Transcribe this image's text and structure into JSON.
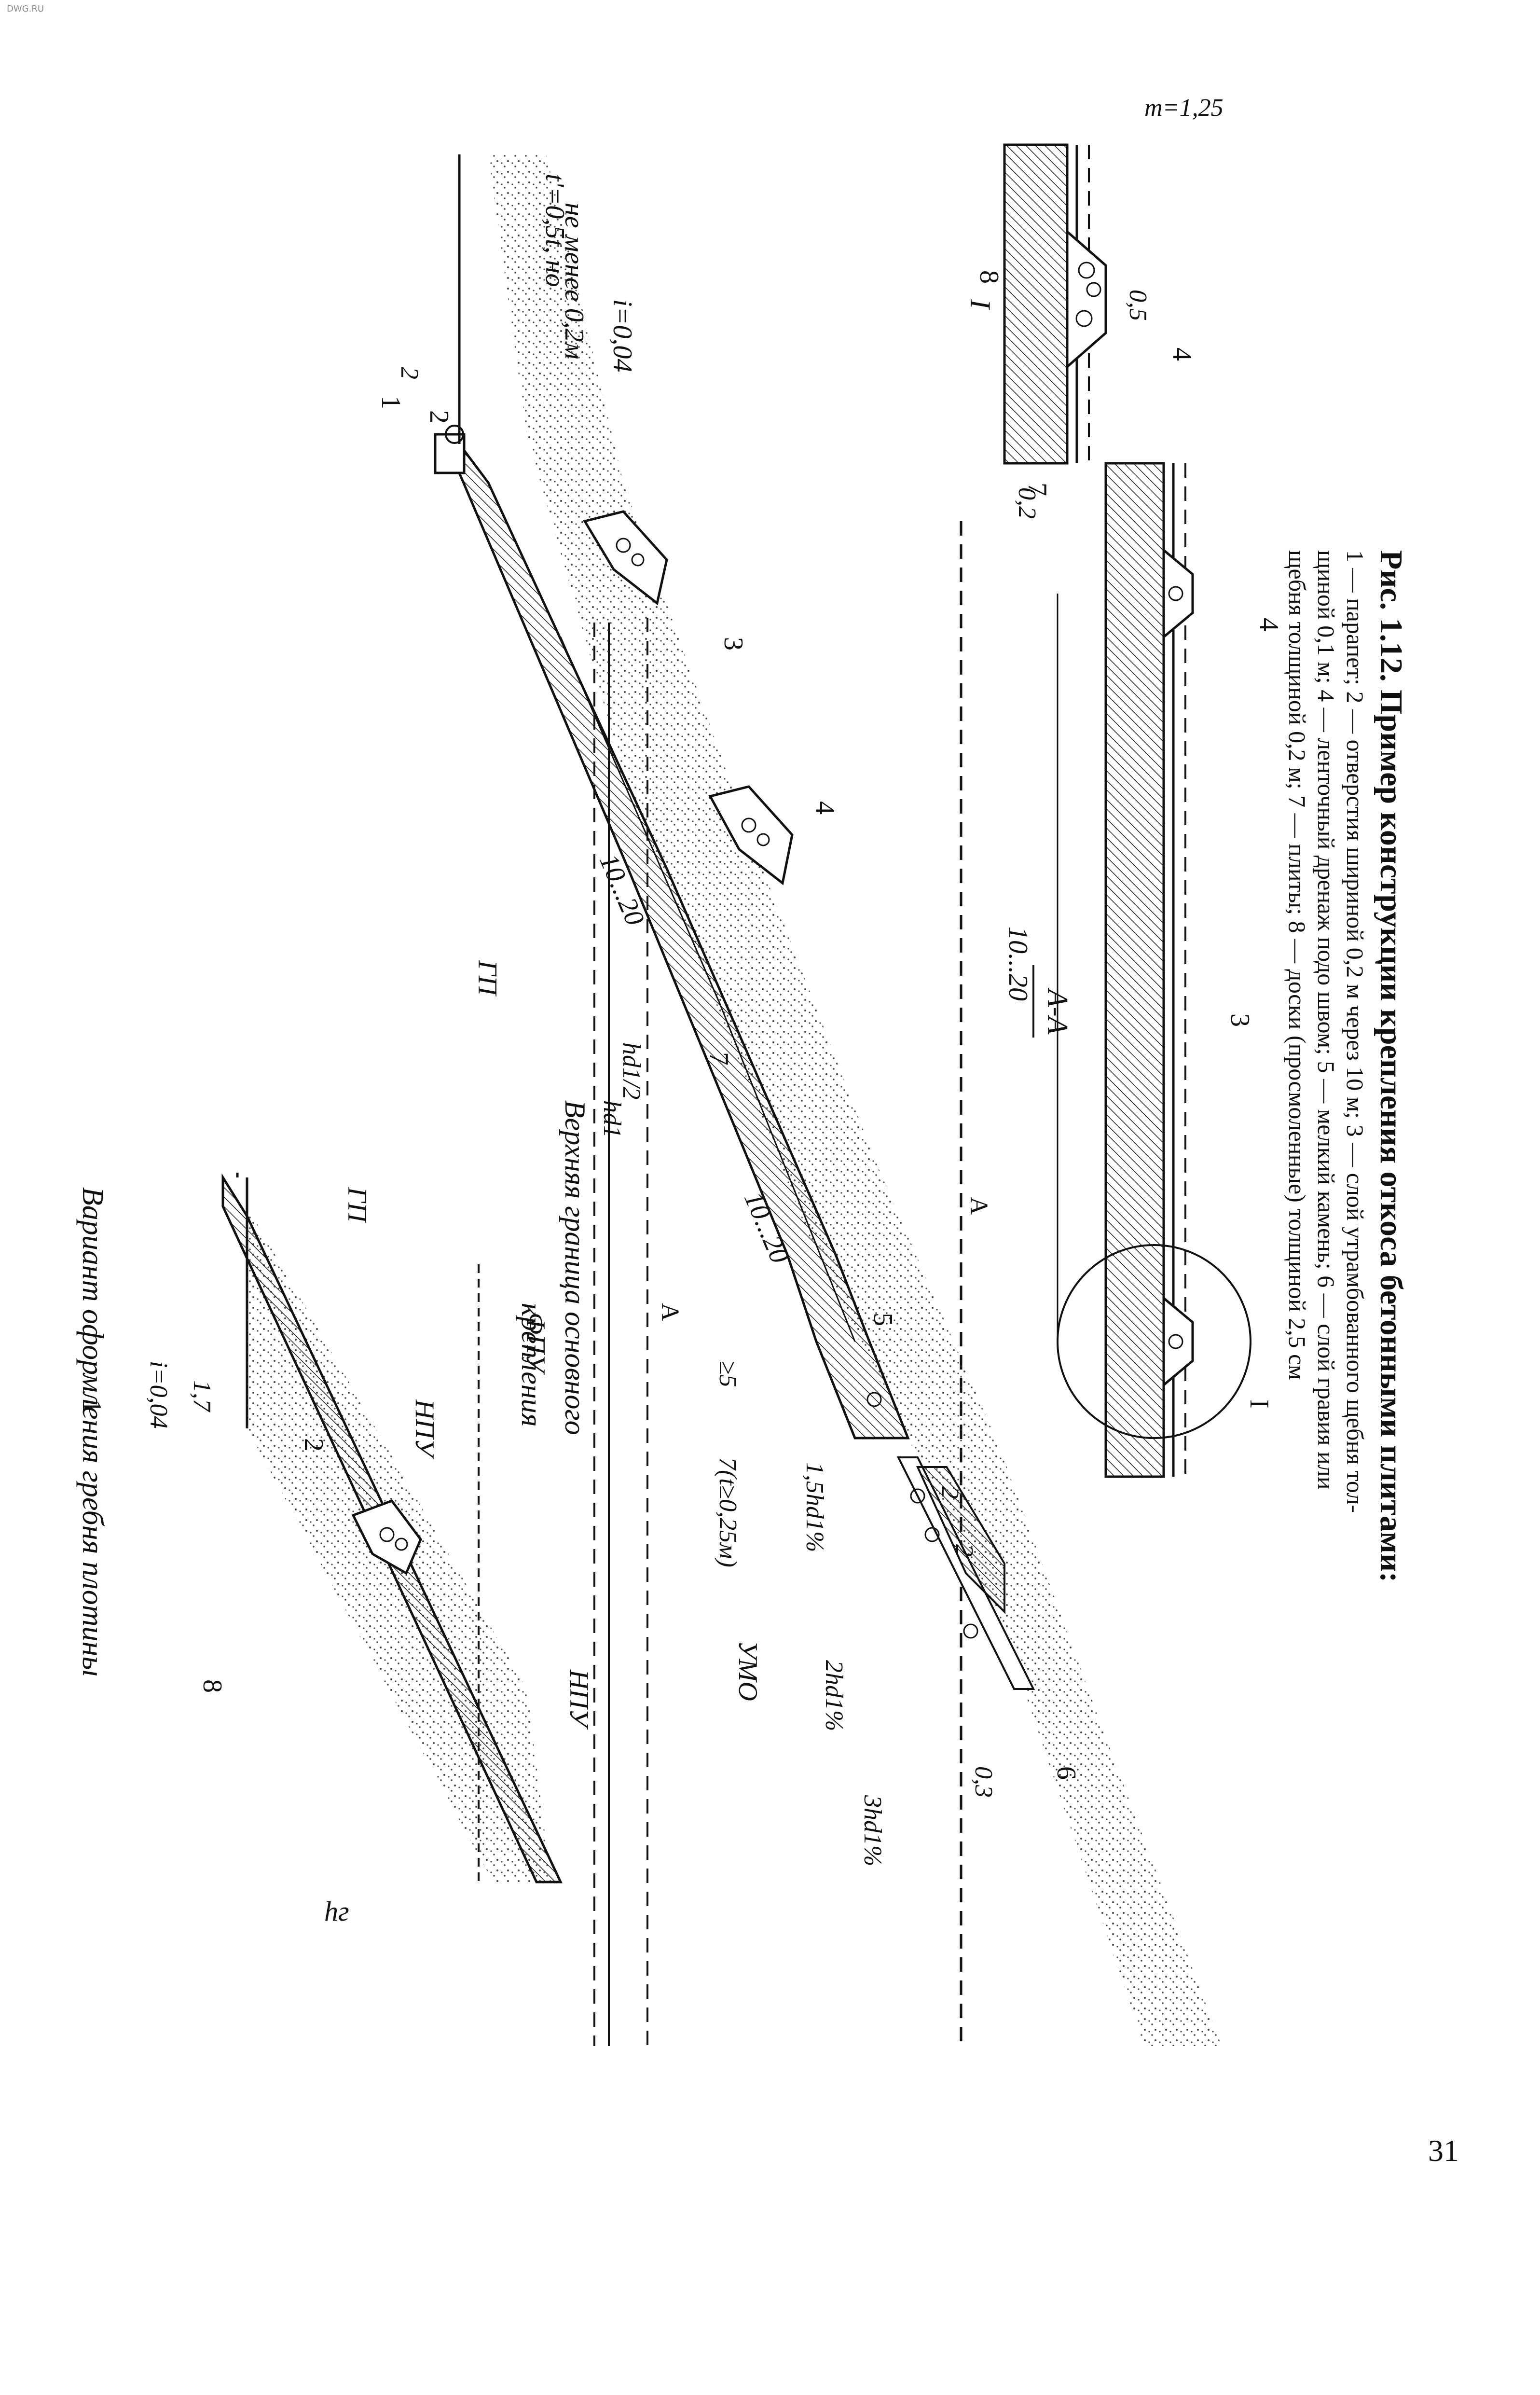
{
  "watermark": "DWG.RU",
  "page_number": "31",
  "caption": {
    "title": "Рис. 1.12. Пример конструкции крепления откоса бетонными плитами:",
    "line1": "1 — парапет; 2 — отверстия шириной 0,2 м через 10 м; 3 — слой утрамбованного щебня тол-",
    "line2": "щиной 0,1 м; 4 — ленточный дренаж подо швом; 5 — мелкий камень; 6 — слой гравия или",
    "line3": "щебня толщиной 0,2 м; 7 — плиты; 8 — доски (просмоленные) толщиной 2,5 см"
  },
  "variant": {
    "title": "Вариант оформления гребня плотины",
    "gp": "ГП",
    "npu": "НПУ",
    "slope": "i=0,04",
    "dim": "1,7",
    "hg": "hг",
    "n1": "1",
    "n2": "2",
    "n8": "8"
  },
  "main": {
    "upper_boundary_1": "Верхняя граница основного",
    "upper_boundary_2": "крепления",
    "gp": "ГП",
    "fpu": "ФПУ",
    "npu": "НПУ",
    "umo": "УМО",
    "slope": "i=0,04",
    "thickness_1": "t'=0,5t, но",
    "thickness_2": "не менее 0,2м",
    "len1": "10...20",
    "len2": "10...20",
    "hd1": "hd1",
    "hd2": "hd1/2",
    "ge5": "≥5",
    "t_note": "7(t≥0,25м)",
    "d15": "1,5hd1%",
    "d2": "2hd1%",
    "d3": "3hd1%",
    "d03": "0,3",
    "d2a": "2",
    "d2b": "2",
    "d2c": "2",
    "section_mark": "А",
    "n1": "1",
    "n2": "2",
    "n3": "3",
    "n4": "4",
    "n5": "5",
    "n6": "6",
    "n7": "7"
  },
  "section_aa": {
    "title": "А-А",
    "len": "10...20",
    "n3": "3",
    "n4": "4",
    "n7": "7",
    "ref": "I"
  },
  "detail": {
    "title": "I",
    "m": "m=1,25",
    "w": "0,5",
    "t": "0,2",
    "n4": "4",
    "n8": "8"
  }
}
